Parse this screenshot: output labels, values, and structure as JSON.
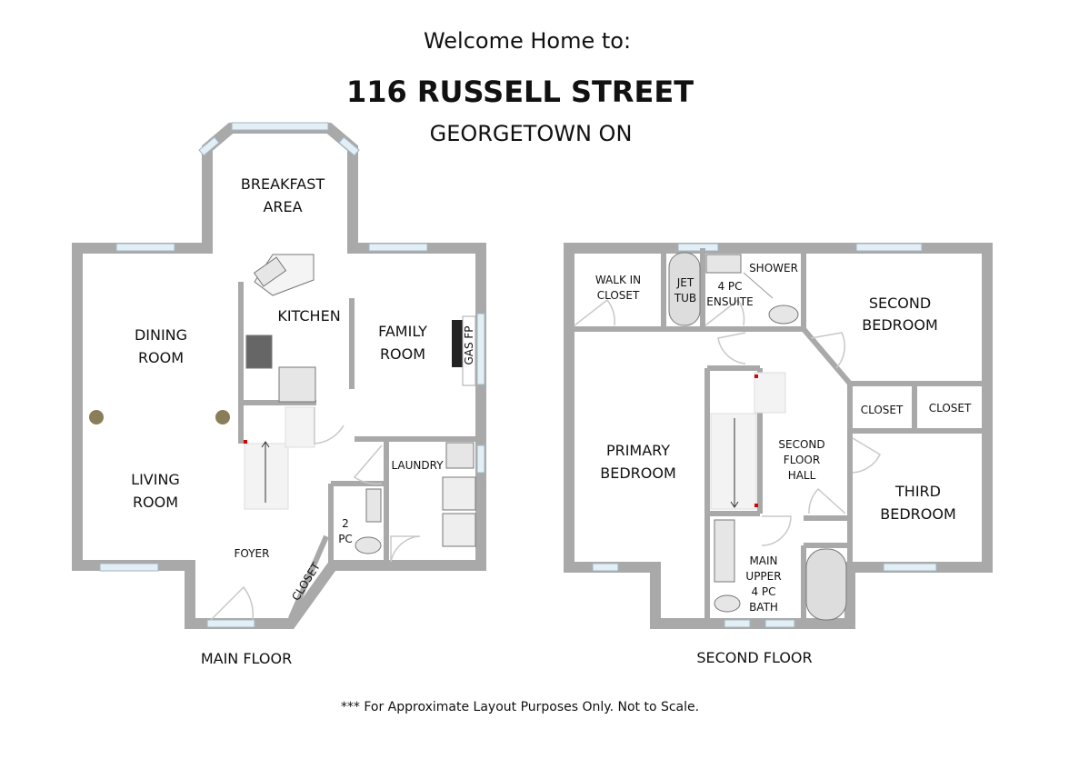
{
  "header": {
    "welcome": "Welcome Home to:",
    "address": "116 RUSSELL STREET",
    "city": "GEORGETOWN ON"
  },
  "main_floor": {
    "label": "MAIN FLOOR",
    "rooms": {
      "breakfast_1": "BREAKFAST",
      "breakfast_2": "AREA",
      "kitchen": "KITCHEN",
      "family_1": "FAMILY",
      "family_2": "ROOM",
      "gas_fp": "GAS FP",
      "dining_1": "DINING",
      "dining_2": "ROOM",
      "living_1": "LIVING",
      "living_2": "ROOM",
      "laundry": "LAUNDRY",
      "pc2_1": "2",
      "pc2_2": "PC",
      "foyer": "FOYER",
      "closet": "CLOSET"
    }
  },
  "second_floor": {
    "label": "SECOND FLOOR",
    "rooms": {
      "walkin_1": "WALK IN",
      "walkin_2": "CLOSET",
      "jet_1": "JET",
      "jet_2": "TUB",
      "ensuite_1": "4 PC",
      "ensuite_2": "ENSUITE",
      "shower": "SHOWER",
      "second_1": "SECOND",
      "second_2": "BEDROOM",
      "closet_a": "CLOSET",
      "closet_b": "CLOSET",
      "primary_1": "PRIMARY",
      "primary_2": "BEDROOM",
      "hall_1": "SECOND",
      "hall_2": "FLOOR",
      "hall_3": "HALL",
      "third_1": "THIRD",
      "third_2": "BEDROOM",
      "bath_1": "MAIN",
      "bath_2": "UPPER",
      "bath_3": "4 PC",
      "bath_4": "BATH"
    }
  },
  "footer": {
    "disclaimer": "*** For Approximate Layout Purposes Only. Not to Scale."
  }
}
